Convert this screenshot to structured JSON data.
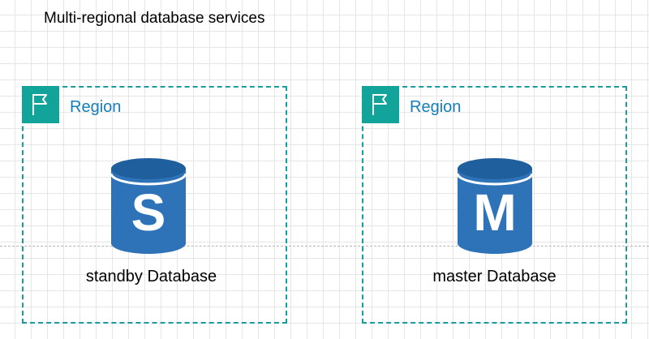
{
  "title": "Multi-regional database services",
  "colors": {
    "region_border": "#1a9c9c",
    "region_icon_bg": "#12a39b",
    "region_label": "#147eba",
    "db_blue": "#2e73b8",
    "db_top": "#1f5f9e"
  },
  "regions": [
    {
      "label": "Region",
      "icon": "flag-icon",
      "database": {
        "letter": "S",
        "caption": "standby Database",
        "icon": "database-icon"
      }
    },
    {
      "label": "Region",
      "icon": "flag-icon",
      "database": {
        "letter": "M",
        "caption": "master Database",
        "icon": "database-icon"
      }
    }
  ]
}
